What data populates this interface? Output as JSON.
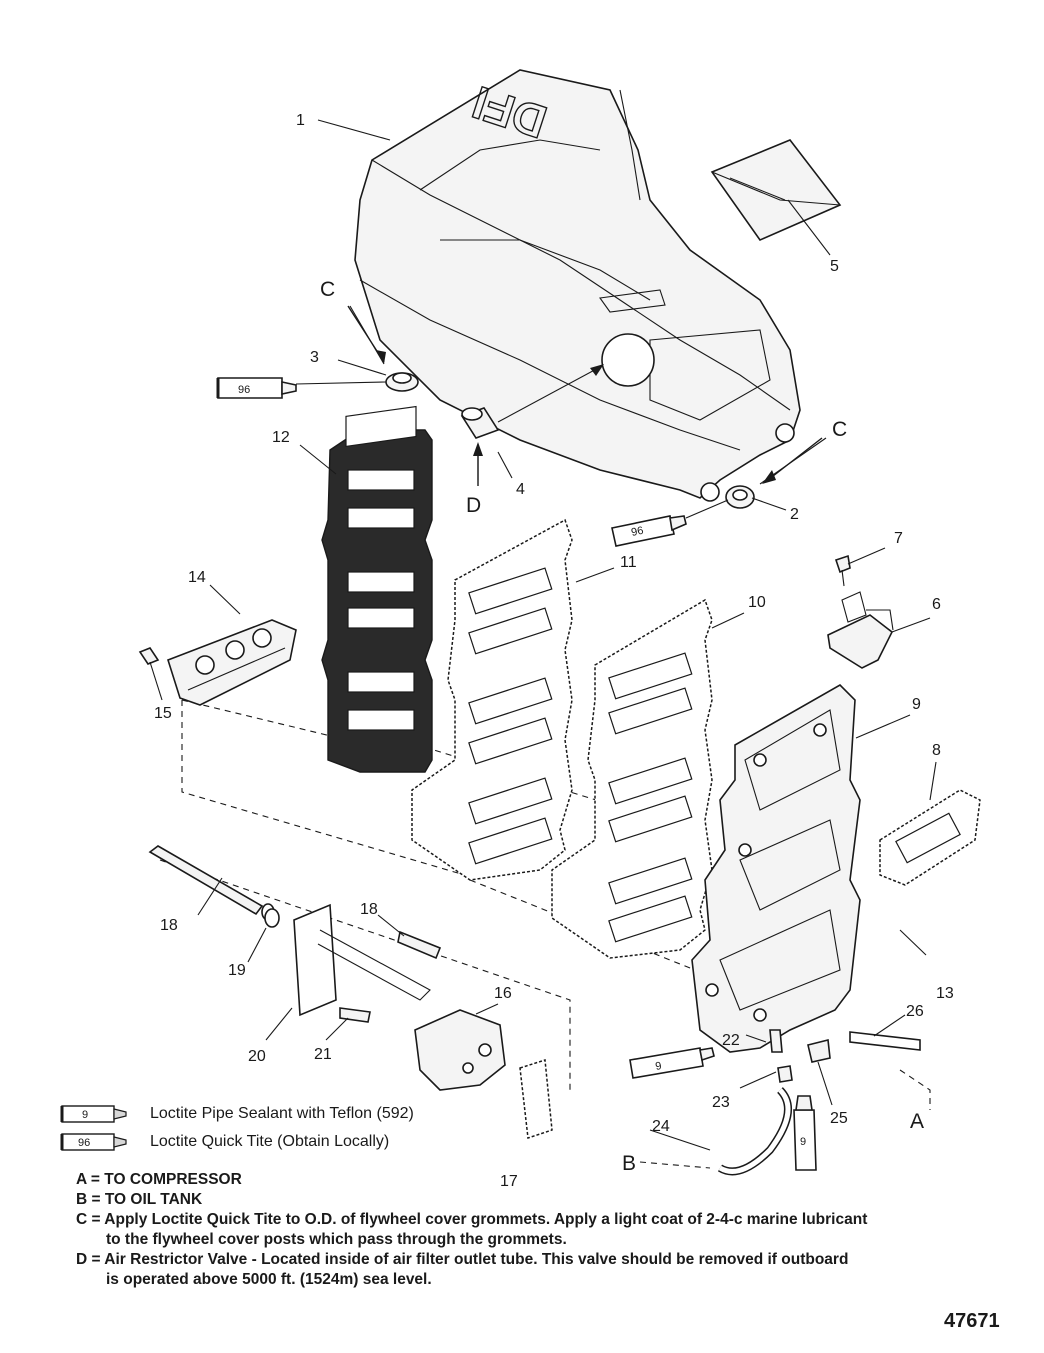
{
  "cover_logo": "DFI",
  "callouts": {
    "p1": "1",
    "p2": "2",
    "p3": "3",
    "p4": "4",
    "p5": "5",
    "p6": "6",
    "p7": "7",
    "p8": "8",
    "p9": "9",
    "p10": "10",
    "p11": "11",
    "p12": "12",
    "p13": "13",
    "p14": "14",
    "p15": "15",
    "p16": "16",
    "p17": "17",
    "p18a": "18",
    "p18b": "18",
    "p19": "19",
    "p20": "20",
    "p21": "21",
    "p22": "22",
    "p23": "23",
    "p24": "24",
    "p25": "25",
    "p26": "26",
    "c_top": "C",
    "c_right": "C",
    "d": "D",
    "a": "A",
    "b": "B"
  },
  "tube_codes": {
    "t96": "96",
    "t9": "9"
  },
  "legend": [
    {
      "code": "9",
      "text": "Loctite Pipe Sealant with Teflon (592)"
    },
    {
      "code": "96",
      "text": "Loctite Quick Tite (Obtain Locally)"
    }
  ],
  "notes": {
    "a": "A = TO COMPRESSOR",
    "b": "B = TO OIL TANK",
    "c1": "C = Apply Loctite Quick Tite to O.D. of flywheel cover grommets. Apply a light coat of 2-4-c marine lubricant",
    "c2": "to the flywheel cover posts which pass through the grommets.",
    "d1": "D = Air Restrictor Valve - Located inside of air filter outlet tube. This valve should be removed if outboard",
    "d2": "is operated above 5000 ft. (1524m) sea level."
  },
  "figure_number": "47671"
}
